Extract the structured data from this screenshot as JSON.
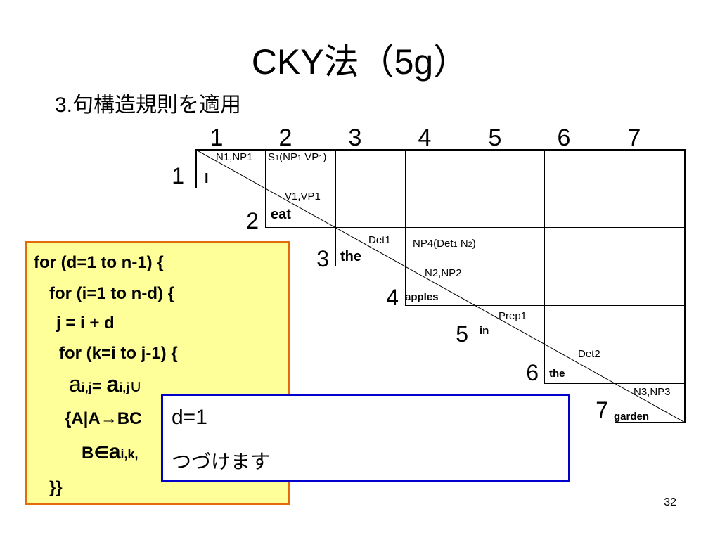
{
  "slide": {
    "title": "CKY法（5g）",
    "subtitle": "3.句構造規則を適用",
    "page_number": "32"
  },
  "table": {
    "column_numbers": [
      "1",
      "2",
      "3",
      "4",
      "5",
      "6",
      "7"
    ],
    "row_numbers": [
      "1",
      "2",
      "3",
      "4",
      "5",
      "6",
      "7"
    ],
    "words": [
      "I",
      "eat",
      "the",
      "apples",
      "in",
      "the",
      "garden"
    ],
    "cells": {
      "c11": "N1,NP1",
      "c12_main": "S",
      "c12_sub1": "1",
      "c12_mid": "(NP",
      "c12_sub2": "1",
      "c12_mid2": " VP",
      "c12_sub3": "1",
      "c12_end": ")",
      "c22": "V1,VP1",
      "c33": "Det1",
      "c34_main": "NP4(Det",
      "c34_sub1": "1",
      "c34_mid": " N",
      "c34_sub2": "2",
      "c34_end": ")",
      "c44": "N2,NP2",
      "c55": "Prep1",
      "c66": "Det2",
      "c77": "N3,NP3"
    }
  },
  "code_box": {
    "line1": "for (d=1   to   n-1) {",
    "line2": "for (i=1   to   n-d) {",
    "line3": "j = i + d",
    "line4": "for   (k=i   to   j-1) {",
    "line5_a": "a",
    "line5_sub": "i,j",
    "line5_eq": "= ",
    "line5_a2": "a",
    "line5_sub2": "i,j",
    "line5_union": "∪",
    "line6": "{A|A→BC",
    "line7_b": "B∈",
    "line7_a": "a",
    "line7_sub": "i,k,",
    "line8": "}}"
  },
  "note_box": {
    "line1": "d=1",
    "line2": "つづけます"
  },
  "colors": {
    "code_background": "#ffff99",
    "code_border": "#e36c09",
    "note_border": "#0000cc"
  }
}
